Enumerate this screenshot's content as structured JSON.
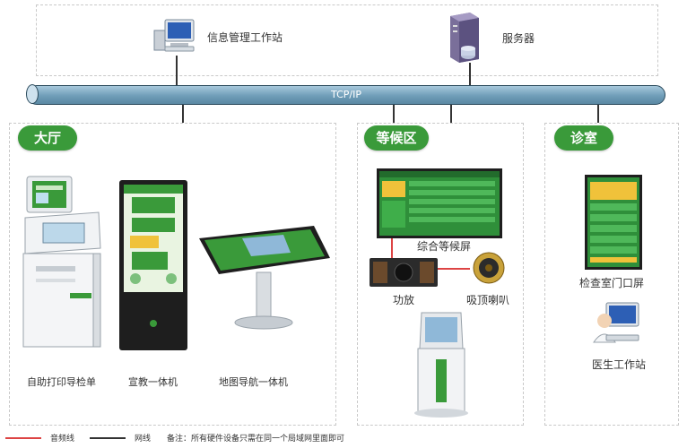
{
  "network": {
    "workstation_label": "信息管理工作站",
    "server_label": "服务器",
    "bus_label": "TCP/IP"
  },
  "zones": {
    "hall": "大厅",
    "waiting": "等候区",
    "clinic": "诊室"
  },
  "devices": {
    "kiosk_print": "自助打印导检单",
    "kiosk_edu": "宣教一体机",
    "kiosk_map": "地图导航一体机",
    "waiting_screen": "综合等候屏",
    "amplifier": "功放",
    "speaker": "吸顶喇叭",
    "room_screen": "检查室门口屏",
    "doctor_ws": "医生工作站"
  },
  "legend": {
    "audio_line": "音频线",
    "net_line": "网线",
    "note": "备注：所有硬件设备只需在同一个局域网里面即可"
  },
  "colors": {
    "zone_green": "#3a9a3a",
    "audio_red": "#d44",
    "net_black": "#333"
  }
}
